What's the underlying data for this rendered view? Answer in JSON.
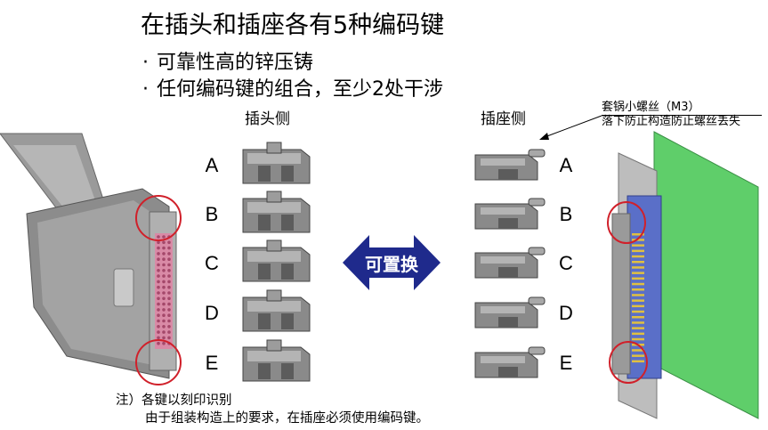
{
  "title": "在插头和插座各有5种编码键",
  "bullets": [
    "可靠性高的锌压铸",
    "任何编码键的组合，至少2处干涉"
  ],
  "plug_header": "插头侧",
  "socket_header": "插座侧",
  "key_letters": [
    "A",
    "B",
    "C",
    "D",
    "E"
  ],
  "swap_label": "可置换",
  "callout": {
    "line1": "套锅小螺丝（M3）",
    "line2": "落下防止构造防止螺丝丢失"
  },
  "note": {
    "line1": "注）各键以刻印识别",
    "line2": "由于组装构造上的要求，在插座必须使用编码键。"
  },
  "colors": {
    "swap_arrow": "#1f2a8c",
    "highlight_circle": "#d0202a",
    "pcb_green": "#5fce6a",
    "connector_pins": "#d98aa6",
    "socket_body": "#5a6fc8",
    "key_metal": "#8a8a8a"
  }
}
